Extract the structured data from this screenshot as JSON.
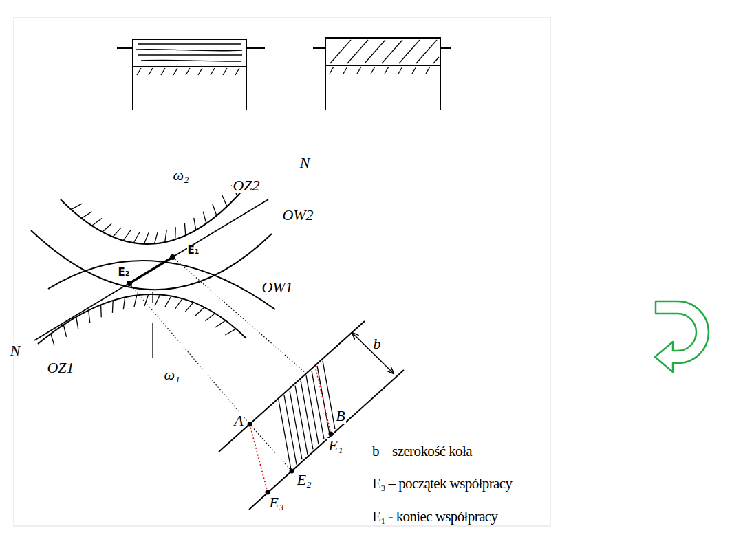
{
  "diagram": {
    "labels": [
      "N",
      "ω₂",
      "OZ2",
      "OW2",
      "E₁",
      "E₂",
      "OW1",
      "N",
      "OZ1",
      "ω₁",
      "b",
      "A",
      "B",
      "E₁",
      "E₂",
      "E₃",
      "b – szerokość koła",
      "E₃ – początek współpracy",
      "E₁ - koniec współpracy"
    ]
  }
}
